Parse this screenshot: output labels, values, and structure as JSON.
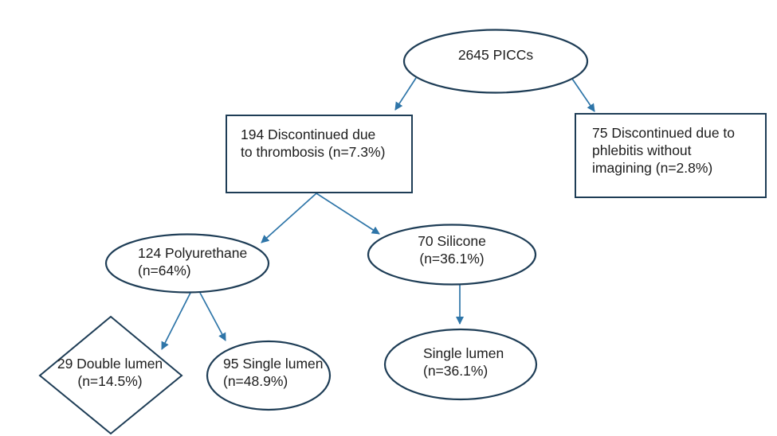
{
  "colors": {
    "background": "#ffffff",
    "shape_outline": "#1e3d56",
    "arrow": "#2e75a8",
    "text": "#1d1d1d"
  },
  "nodes": {
    "piccs": {
      "shape": "ellipse",
      "lines": [
        "2645 PICCs"
      ]
    },
    "thrombosis": {
      "shape": "rectangle",
      "lines": [
        "194 Discontinued due",
        "to thrombosis (n=7.3%)"
      ]
    },
    "phlebitis": {
      "shape": "rectangle",
      "lines": [
        "75 Discontinued due to",
        "phlebitis without",
        "imagining (n=2.8%)"
      ]
    },
    "polyurethane": {
      "shape": "ellipse",
      "lines": [
        "124 Polyurethane",
        "(n=64%)"
      ]
    },
    "silicone": {
      "shape": "ellipse",
      "lines": [
        "70 Silicone",
        "(n=36.1%)"
      ]
    },
    "double_lumen": {
      "shape": "diamond",
      "lines": [
        "29 Double lumen",
        "(n=14.5%)"
      ]
    },
    "single_lumen_polyurethane": {
      "shape": "ellipse",
      "lines": [
        "95 Single lumen",
        "(n=48.9%)"
      ]
    },
    "single_lumen_silicone": {
      "shape": "ellipse",
      "lines": [
        "Single lumen",
        "(n=36.1%)"
      ]
    }
  },
  "edges": [
    {
      "from": "piccs",
      "to": "thrombosis"
    },
    {
      "from": "piccs",
      "to": "phlebitis"
    },
    {
      "from": "thrombosis",
      "to": "polyurethane"
    },
    {
      "from": "thrombosis",
      "to": "silicone"
    },
    {
      "from": "polyurethane",
      "to": "double_lumen"
    },
    {
      "from": "polyurethane",
      "to": "single_lumen_polyurethane"
    },
    {
      "from": "silicone",
      "to": "single_lumen_silicone"
    }
  ]
}
